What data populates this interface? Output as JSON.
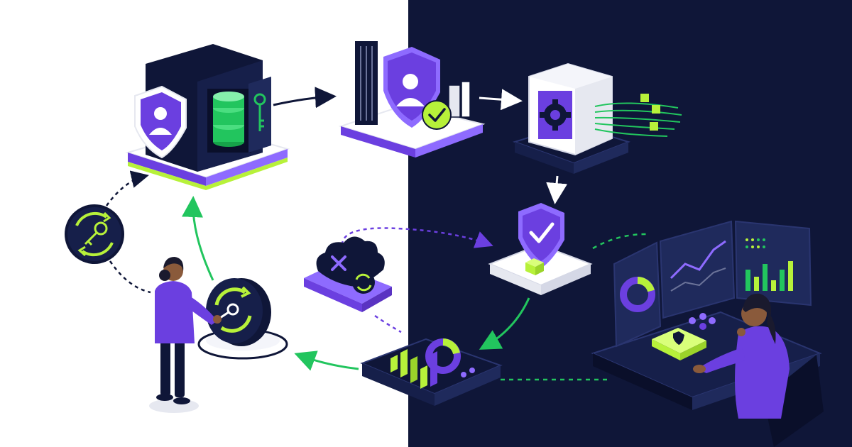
{
  "colors": {
    "navy": "#0f1638",
    "navy_panel": "#161f4a",
    "purple": "#6b3fe0",
    "purple_light": "#8e6bff",
    "lime": "#b7f13a",
    "green": "#22c55e",
    "white": "#ffffff",
    "gray": "#e6e8f0"
  },
  "nodes": [
    {
      "id": "secure-vault",
      "icon": "vault-icon"
    },
    {
      "id": "identity-gate",
      "icon": "shield-user-icon"
    },
    {
      "id": "processing-server",
      "icon": "gear-icon"
    },
    {
      "id": "verification-shield",
      "icon": "shield-check-icon"
    },
    {
      "id": "analytics-dashboard",
      "icon": "chart-icon"
    },
    {
      "id": "key-rotation",
      "icon": "key-rotate-icon"
    },
    {
      "id": "cloud-recovery",
      "icon": "cloud-icon"
    },
    {
      "id": "operator-user",
      "icon": "person-icon"
    },
    {
      "id": "monitoring-workstation",
      "icon": "monitor-icon"
    },
    {
      "id": "key-access-token",
      "icon": "key-icon"
    }
  ]
}
